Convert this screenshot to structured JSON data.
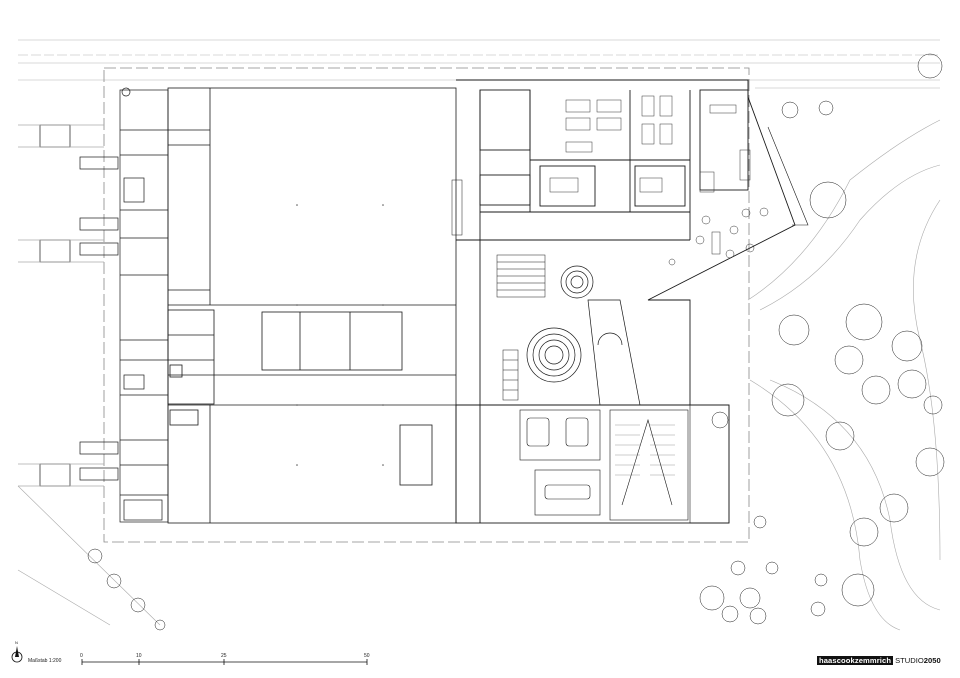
{
  "drawing": {
    "scale_label": "Maßstab 1:200",
    "north_label": "N"
  },
  "scale_bar": {
    "ticks": [
      "0",
      "10",
      "25",
      "50"
    ]
  },
  "branding": {
    "firm": "haascookzemmrich",
    "studio_prefix": "STUDIO",
    "studio_suffix": "2050"
  },
  "colors": {
    "line": "#1a1a1a",
    "light_line": "#9a9a9a",
    "background": "#ffffff",
    "logo_bg": "#111111"
  }
}
